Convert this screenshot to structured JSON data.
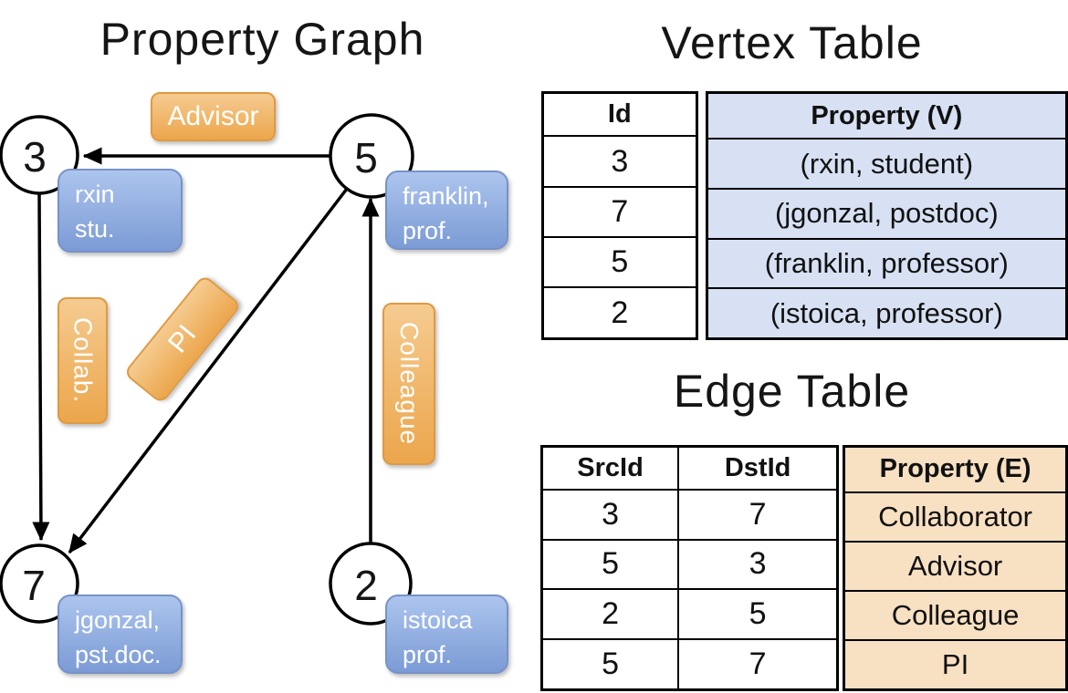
{
  "titles": {
    "graph": "Property Graph",
    "vertex_table": "Vertex Table",
    "edge_table": "Edge Table"
  },
  "graph": {
    "nodes": [
      {
        "id": "3",
        "label_lines": [
          "rxin",
          "stu."
        ]
      },
      {
        "id": "5",
        "label_lines": [
          "franklin,",
          "prof."
        ]
      },
      {
        "id": "7",
        "label_lines": [
          "jgonzal,",
          "pst.doc."
        ]
      },
      {
        "id": "2",
        "label_lines": [
          "istoica",
          "prof."
        ]
      }
    ],
    "edges": [
      {
        "label": "Advisor",
        "src": "5",
        "dst": "3"
      },
      {
        "label": "Collab.",
        "src": "3",
        "dst": "7"
      },
      {
        "label": "PI",
        "src": "5",
        "dst": "7"
      },
      {
        "label": "Colleague",
        "src": "2",
        "dst": "5"
      }
    ]
  },
  "vertex_table": {
    "columns": [
      "Id",
      "Property (V)"
    ],
    "rows": [
      [
        "3",
        "(rxin, student)"
      ],
      [
        "7",
        "(jgonzal, postdoc)"
      ],
      [
        "5",
        "(franklin, professor)"
      ],
      [
        "2",
        "(istoica, professor)"
      ]
    ]
  },
  "edge_table": {
    "columns": [
      "SrcId",
      "DstId",
      "Property (E)"
    ],
    "rows": [
      [
        "3",
        "7",
        "Collaborator"
      ],
      [
        "5",
        "3",
        "Advisor"
      ],
      [
        "2",
        "5",
        "Colleague"
      ],
      [
        "5",
        "7",
        "PI"
      ]
    ]
  },
  "colors": {
    "edge_label_fill": "#F0B169",
    "edge_label_border": "#DE9A41",
    "vertex_label_fill": "#94B0E1",
    "vertex_label_border": "#7792C9",
    "vertex_property_bg": "#D7E1F3",
    "edge_property_bg": "#F8E0C2",
    "line": "#000000",
    "text_on_labels": "#FFFFFF"
  }
}
